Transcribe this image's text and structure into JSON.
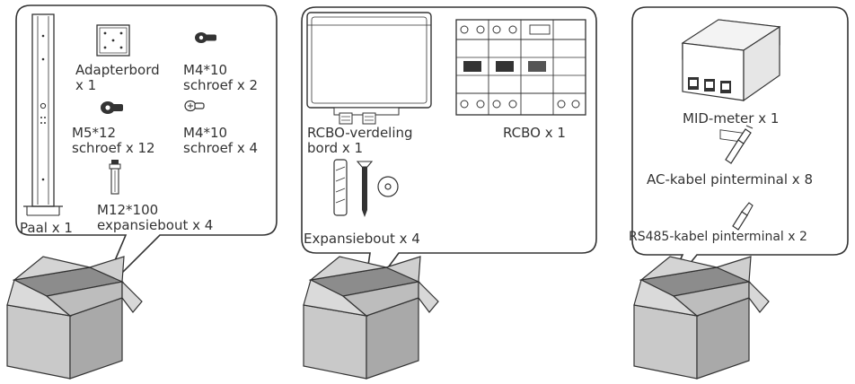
{
  "panels": [
    {
      "items": {
        "pole": "Paal x 1",
        "adapter_board_line1": "Adapterbord",
        "adapter_board_line2": "x 1",
        "screw_m4_a_line1": "M4*10",
        "screw_m4_a_line2": "schroef x 2",
        "screw_m5_line1": "M5*12",
        "screw_m5_line2": "schroef x 12",
        "screw_m4_b_line1": "M4*10",
        "screw_m4_b_line2": "schroef x 4",
        "expansion_bolt_line1": "M12*100",
        "expansion_bolt_line2": "expansiebout x 4"
      }
    },
    {
      "items": {
        "distribution_board_line1": "RCBO-verdeling",
        "distribution_board_line2": "bord x 1",
        "rcbo": "RCBO x 1",
        "expansion_kit": "Expansiebout x 4"
      }
    },
    {
      "items": {
        "mid_meter": "MID-meter x 1",
        "ac_terminal": "AC-kabel pinterminal x 8",
        "rs485_terminal": "RS485-kabel pinterminal x 2"
      }
    }
  ],
  "colors": {
    "line": "#333333",
    "box_front": "#c9c9c9",
    "box_side": "#a9a9a9",
    "box_flap": "#dadada",
    "box_inside": "#8c8c8c"
  }
}
